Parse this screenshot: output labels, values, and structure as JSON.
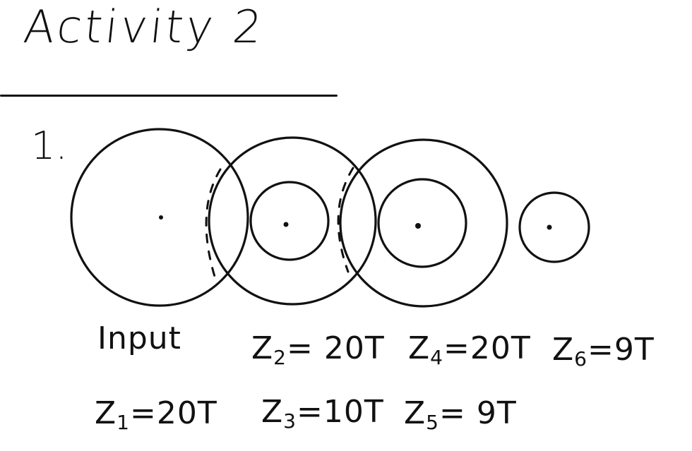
{
  "title": "Activity 2",
  "question_number": "1.",
  "labels": {
    "input": "Input",
    "z1": {
      "sym": "Z",
      "sub": "1",
      "val": "=20T"
    },
    "z2": {
      "sym": "Z",
      "sub": "2",
      "val": "= 20T"
    },
    "z3": {
      "sym": "Z",
      "sub": "3",
      "val": "=10T"
    },
    "z4": {
      "sym": "Z",
      "sub": "4",
      "val": "=20T"
    },
    "z5": {
      "sym": "Z",
      "sub": "5",
      "val": "= 9T"
    },
    "z6": {
      "sym": "Z",
      "sub": "6",
      "val": "=9T"
    }
  },
  "colors": {
    "ink": "#111111",
    "paper": "#ffffff"
  }
}
